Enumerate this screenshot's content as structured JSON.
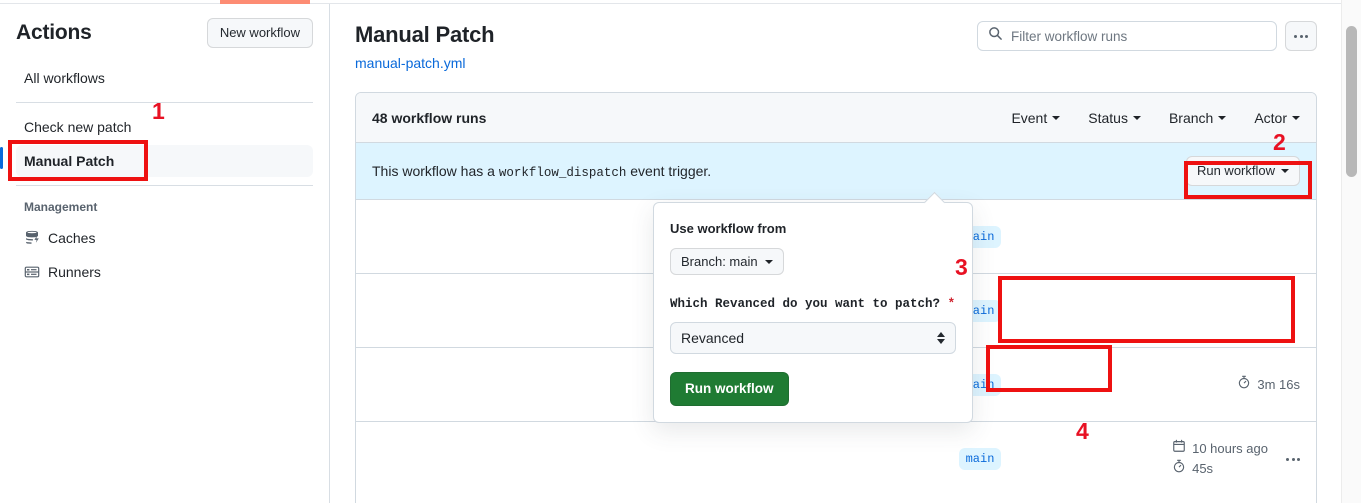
{
  "sidebar": {
    "title": "Actions",
    "new_workflow_label": "New workflow",
    "all_workflows": "All workflows",
    "workflows": [
      {
        "label": "Check new patch",
        "selected": false
      },
      {
        "label": "Manual Patch",
        "selected": true
      }
    ],
    "management_title": "Management",
    "management_items": [
      {
        "label": "Caches",
        "icon": "cache-icon"
      },
      {
        "label": "Runners",
        "icon": "runners-icon"
      }
    ]
  },
  "header": {
    "title": "Manual Patch",
    "subtitle": "manual-patch.yml",
    "search_placeholder": "Filter workflow runs",
    "search_value": "",
    "search_icon": "search-icon",
    "kebab_icon": "kebab-horizontal-icon"
  },
  "runs": {
    "count_label": "48 workflow runs",
    "filters": [
      {
        "label": "Event"
      },
      {
        "label": "Status"
      },
      {
        "label": "Branch"
      },
      {
        "label": "Actor"
      }
    ],
    "dispatch_banner": {
      "text_before": "This workflow has a",
      "event_name": "workflow_dispatch",
      "text_after": "event trigger.",
      "button_label": "Run workflow"
    },
    "rows": [
      {
        "branch": "main",
        "age": "",
        "duration": ""
      },
      {
        "branch": "main",
        "age": "",
        "duration": ""
      },
      {
        "branch": "main",
        "age": "",
        "duration": "3m 16s"
      },
      {
        "branch": "main",
        "age": "10 hours ago",
        "duration": "45s"
      }
    ]
  },
  "dispatch_panel": {
    "use_workflow_from": "Use workflow from",
    "branch_label": "Branch: main",
    "field_label": "Which Revanced do you want to patch?",
    "required_marker": "*",
    "select_value": "Revanced",
    "submit_label": "Run workflow"
  },
  "annotations": {
    "markers": [
      {
        "number": "1"
      },
      {
        "number": "2"
      },
      {
        "number": "3"
      },
      {
        "number": "4"
      }
    ]
  },
  "colors": {
    "accent_blue": "#0969da",
    "green_button": "#1f7b33",
    "annotation_red": "#ee1111",
    "progress_orange": "#fd8c73",
    "banner_blue": "#ddf4ff"
  }
}
